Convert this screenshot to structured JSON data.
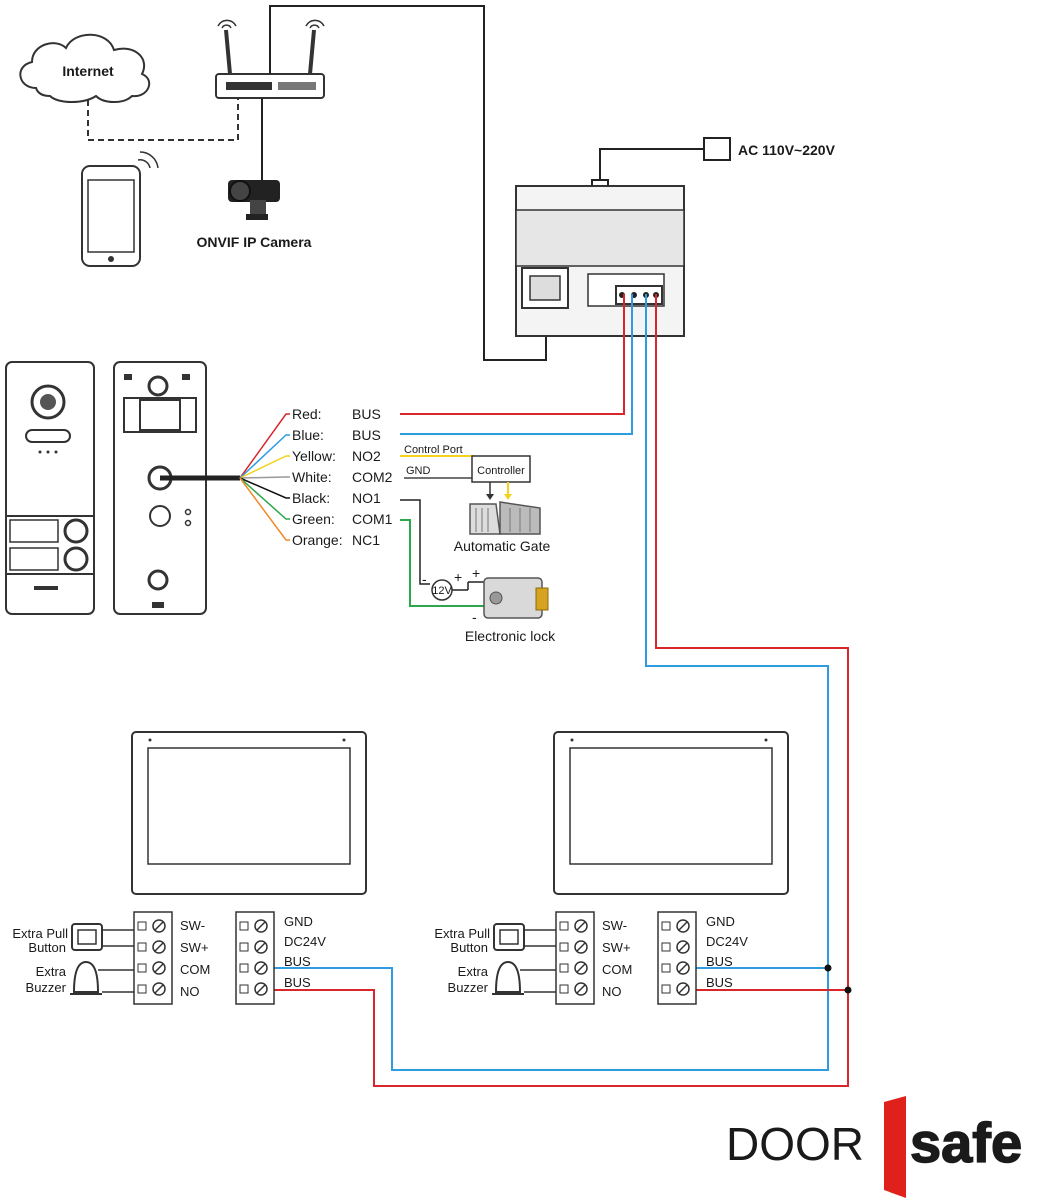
{
  "network": {
    "internet": "Internet",
    "camera": "ONVIF IP Camera",
    "power": "AC 110V~220V"
  },
  "door_station": {
    "wires": [
      {
        "color": "Red:",
        "signal": "BUS",
        "hex": "#d9262b"
      },
      {
        "color": "Blue:",
        "signal": "BUS",
        "hex": "#2f9be0"
      },
      {
        "color": "Yellow:",
        "signal": "NO2",
        "hex": "#f2d31b"
      },
      {
        "color": "White:",
        "signal": "COM2",
        "hex": "#9a9a9a"
      },
      {
        "color": "Black:",
        "signal": "NO1",
        "hex": "#111111"
      },
      {
        "color": "Green:",
        "signal": "COM1",
        "hex": "#2aa84a"
      },
      {
        "color": "Orange:",
        "signal": "NC1",
        "hex": "#f08a24"
      }
    ]
  },
  "gate": {
    "control_port": "Control Port",
    "gnd": "GND",
    "controller": "Controller",
    "label": "Automatic Gate"
  },
  "lock": {
    "supply": "12V",
    "plus": "+",
    "minus": "-",
    "label": "Electronic lock"
  },
  "monitors": [
    {
      "accessories": {
        "pull_button": "Extra Pull\nButton",
        "buzzer": "Extra\nBuzzer"
      },
      "left_terminals": [
        "SW-",
        "SW+",
        "COM",
        "NO"
      ],
      "right_terminals": [
        "GND",
        "DC24V",
        "BUS",
        "BUS"
      ]
    },
    {
      "accessories": {
        "pull_button": "Extra Pull\nButton",
        "buzzer": "Extra\nBuzzer"
      },
      "left_terminals": [
        "SW-",
        "SW+",
        "COM",
        "NO"
      ],
      "right_terminals": [
        "GND",
        "DC24V",
        "BUS",
        "BUS"
      ]
    }
  ],
  "brand": {
    "left": "DOOR",
    "right": "safe",
    "accent": "#e0201b",
    "green": "#4caf2a"
  }
}
